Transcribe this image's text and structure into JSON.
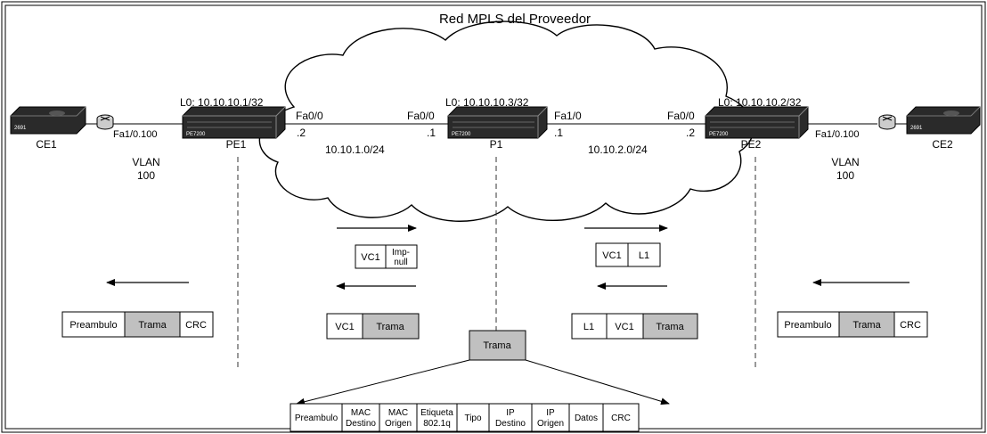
{
  "title": "Red MPLS del Proveedor",
  "colors": {
    "shaded": "#c0c0c0",
    "line": "#000000",
    "router_body": "#2a2a2a"
  },
  "devices": {
    "ce1": {
      "name": "CE1",
      "model": "2691"
    },
    "ce2": {
      "name": "CE2",
      "model": "2691"
    },
    "pe1": {
      "name": "PE1",
      "model": "PE7200",
      "loopback": "L0: 10.10.10.1/32"
    },
    "p1": {
      "name": "P1",
      "model": "PE7200",
      "loopback": "L0: 10.10.10.3/32"
    },
    "pe2": {
      "name": "PE2",
      "model": "PE7200",
      "loopback": "L0: 10.10.10.2/32"
    }
  },
  "interfaces": {
    "ce1_pe1": "Fa1/0.100",
    "ce2_pe2": "Fa1/0.100",
    "pe1_fa": "Fa0/0",
    "pe1_ip": ".2",
    "p1_left_fa": "Fa0/0",
    "p1_left_ip": ".1",
    "p1_right_fa": "Fa1/0",
    "p1_right_ip": ".1",
    "pe2_fa": "Fa0/0",
    "pe2_ip": ".2"
  },
  "networks": {
    "left": "10.10.1.0/24",
    "right": "10.10.2.0/24"
  },
  "vlans": {
    "left": {
      "line1": "VLAN",
      "line2": "100"
    },
    "right": {
      "line1": "VLAN",
      "line2": "100"
    }
  },
  "frames": {
    "left_eth": [
      "Preambulo",
      "Trama",
      "CRC"
    ],
    "right_eth": [
      "Preambulo",
      "Trama",
      "CRC"
    ],
    "labels_top_left": {
      "a": "VC1",
      "b1": "Imp-",
      "b2": "null"
    },
    "labels_top_right": [
      "VC1",
      "L1"
    ],
    "mpls_left": [
      "VC1",
      "Trama"
    ],
    "mpls_right": [
      "L1",
      "VC1",
      "Trama"
    ],
    "trama": "Trama"
  },
  "breakdown": [
    {
      "l1": "Preambulo"
    },
    {
      "l1": "MAC",
      "l2": "Destino"
    },
    {
      "l1": "MAC",
      "l2": "Origen"
    },
    {
      "l1": "Etiqueta",
      "l2": "802.1q"
    },
    {
      "l1": "Tipo"
    },
    {
      "l1": "IP",
      "l2": "Destino"
    },
    {
      "l1": "IP",
      "l2": "Origen"
    },
    {
      "l1": "Datos"
    },
    {
      "l1": "CRC"
    }
  ]
}
